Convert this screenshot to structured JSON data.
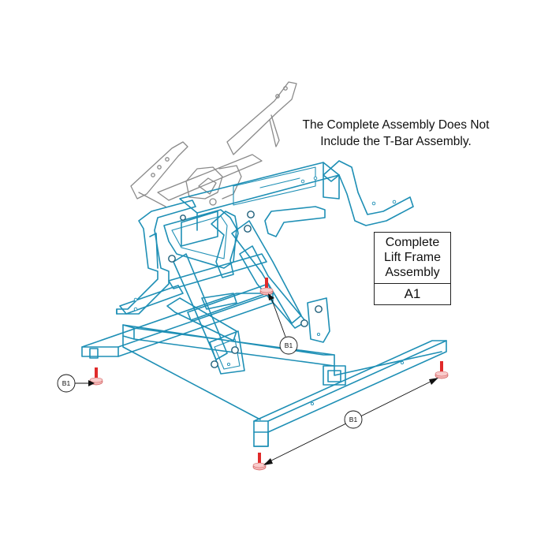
{
  "note": {
    "line1": "The Complete Assembly Does Not",
    "line2": "Include the T-Bar Assembly."
  },
  "reference_table": {
    "title_lines": [
      "Complete",
      "Lift Frame",
      "Assembly"
    ],
    "code": "A1"
  },
  "callouts": [
    {
      "label": "B1"
    },
    {
      "label": "B1"
    },
    {
      "label": "B1"
    }
  ],
  "colors": {
    "frame": "#1e8fb5",
    "t_bar": "#8a8a8a",
    "glide_cap": "#f4b6b6",
    "glide_screw": "#e02a2a"
  }
}
